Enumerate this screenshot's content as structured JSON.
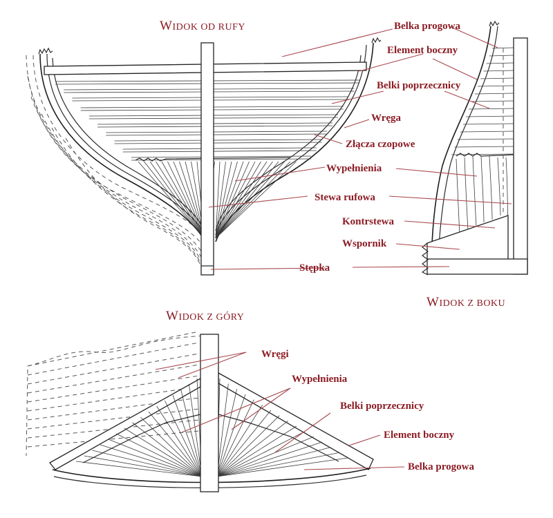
{
  "views": {
    "stern": {
      "title_initial": "W",
      "title_rest": "IDOK OD RUFY",
      "labels": [
        "Belka progowa",
        "Element boczny",
        "Belki poprzecznicy",
        "Wręga",
        "Złącza czopowe",
        "Wypełnienia",
        "Stewa rufowa",
        "Kontrstewa",
        "Wspornik",
        "Stępka"
      ]
    },
    "side": {
      "title_initial": "W",
      "title_rest": "IDOK Z BOKU"
    },
    "top": {
      "title_initial": "W",
      "title_rest": "IDOK Z GÓRY",
      "labels": [
        "Wręgi",
        "Wypełnienia",
        "Belki poprzecznicy",
        "Element boczny",
        "Belka progowa"
      ]
    }
  },
  "colors": {
    "label": "#8b1c24",
    "leader": "#a8474d",
    "ink": "#2a2a2a"
  }
}
